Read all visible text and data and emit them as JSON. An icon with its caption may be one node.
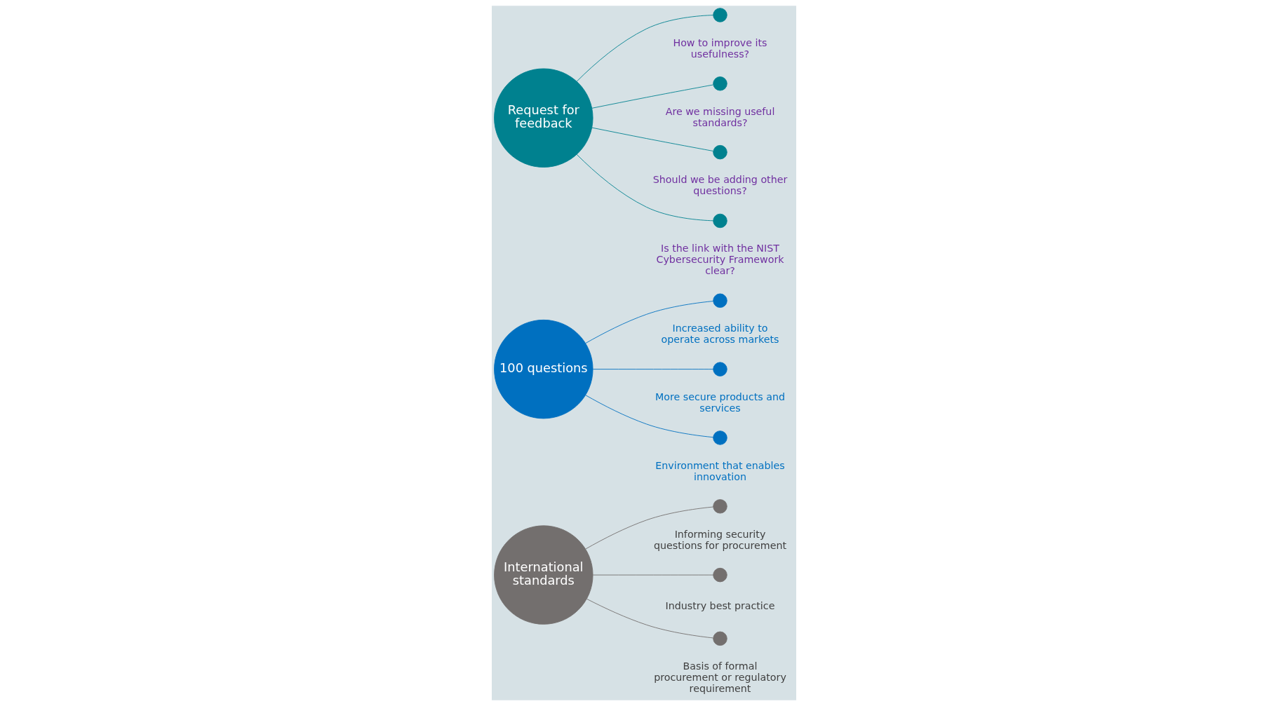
{
  "diagram": {
    "nodes": [
      {
        "text": [
          "International standards"
        ]
      },
      {
        "text": [
          "100 questions"
        ]
      },
      {
        "text": [
          "Request for feedback"
        ]
      },
      {
        "text": [],
        "shape": "circle",
        "beside": [
          "Informing security questions for procurement"
        ]
      },
      {
        "text": [],
        "shape": "circle",
        "beside": [
          "Industry best practice"
        ]
      },
      {
        "text": [],
        "shape": "circle",
        "beside": [
          "Basis of formal procurement or regulatory requirement"
        ]
      },
      {
        "text": [],
        "shape": "circle",
        "beside": [
          "Increased ability to operate across markets"
        ]
      },
      {
        "text": [],
        "shape": "circle",
        "beside": [
          "More secure products and services"
        ]
      },
      {
        "text": [],
        "shape": "circle",
        "beside": [
          "Environment that enables innovation"
        ]
      },
      {
        "text": [],
        "shape": "circle",
        "beside": [
          "How to improve its usefulness?"
        ]
      },
      {
        "text": [],
        "shape": "circle",
        "beside": [
          "Are we missing useful standards?"
        ]
      },
      {
        "text": [],
        "shape": "circle",
        "beside": [
          "Should we be adding other questions?"
        ]
      },
      {
        "text": [],
        "shape": "circle",
        "beside": [
          "Is the link with the NIST Cybersecurity Framework clear?"
        ]
      }
    ],
    "edges": [
      {
        "from": 0,
        "to": 3,
        "arrow": "none",
        "color": "#736f6e"
      },
      {
        "from": 0,
        "to": 4,
        "arrow": "none",
        "color": "#736f6e"
      },
      {
        "from": 0,
        "to": 5,
        "arrow": "none",
        "color": "#736f6e"
      },
      {
        "from": 1,
        "to": 6,
        "arrow": "none",
        "color": "#0070c0"
      },
      {
        "from": 1,
        "to": 7,
        "arrow": "none",
        "color": "#0070c0"
      },
      {
        "from": 1,
        "to": 8,
        "arrow": "none",
        "color": "#0070c0"
      },
      {
        "from": 2,
        "to": 9,
        "arrow": "none",
        "color": "#00818f"
      },
      {
        "from": 2,
        "to": 10,
        "arrow": "none",
        "color": "#00818f"
      },
      {
        "from": 2,
        "to": 11,
        "arrow": "none",
        "color": "#00818f"
      },
      {
        "from": 2,
        "to": 12,
        "arrow": "none",
        "color": "#00818f"
      }
    ]
  }
}
